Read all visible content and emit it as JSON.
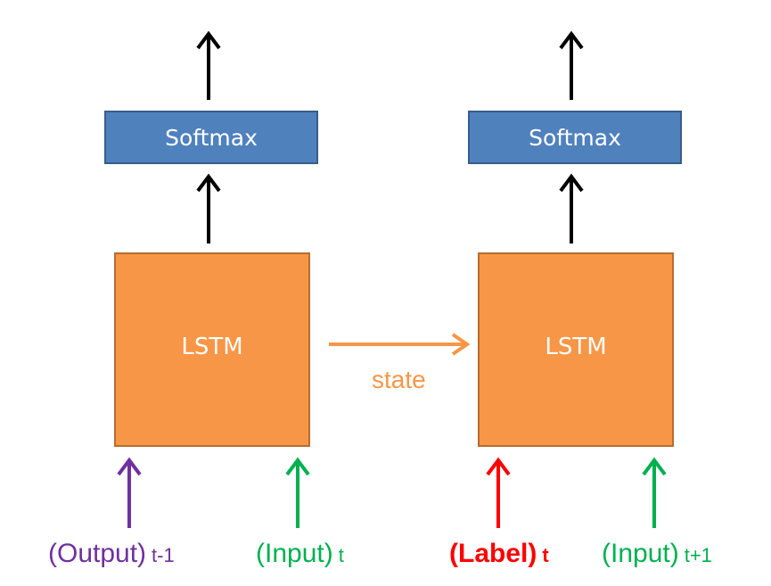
{
  "colors": {
    "softmax_fill": "#4f81bd",
    "lstm_fill": "#f79646",
    "output": "#7030a0",
    "input": "#00b050",
    "label": "#ff0000",
    "state": "#f79646",
    "arrow": "#000000"
  },
  "cells": [
    {
      "softmax_label": "Softmax",
      "lstm_label": "LSTM",
      "inputs": [
        {
          "text": "(Output)",
          "sub": "t-1",
          "bold": false
        },
        {
          "text": "(Input)",
          "sub": "t",
          "bold": false
        }
      ]
    },
    {
      "softmax_label": "Softmax",
      "lstm_label": "LSTM",
      "inputs": [
        {
          "text": "(Label)",
          "sub": "t",
          "bold": true
        },
        {
          "text": "(Input)",
          "sub": "t+1",
          "bold": false
        }
      ]
    }
  ],
  "state_label": "state"
}
